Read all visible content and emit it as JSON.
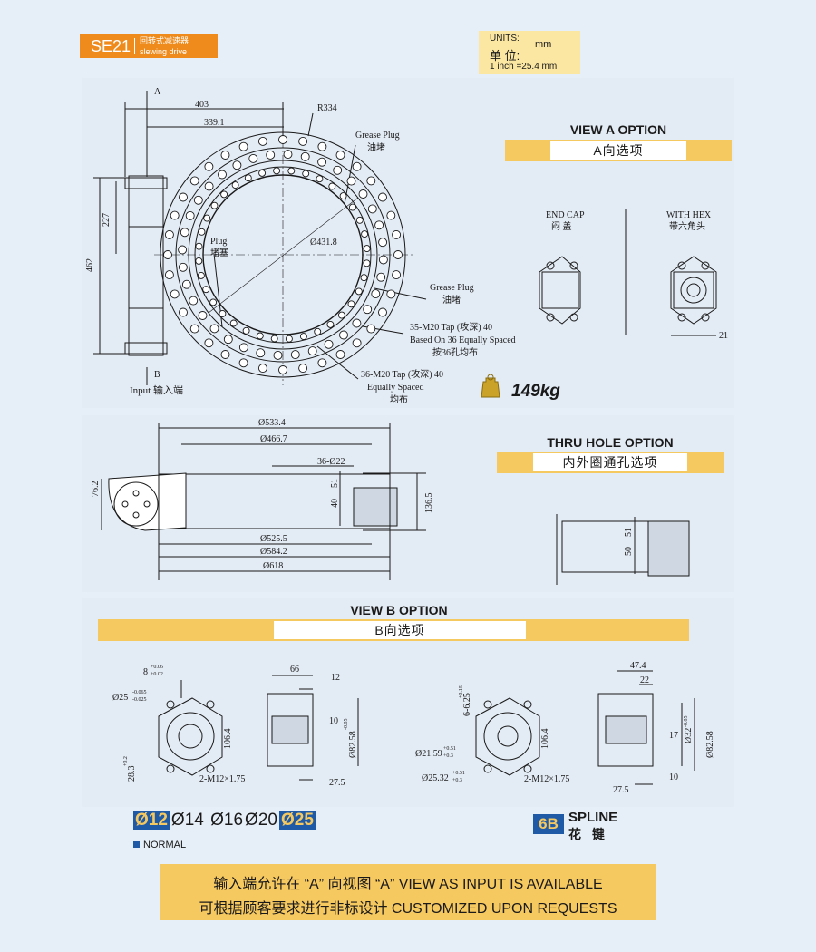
{
  "header": {
    "code": "SE21",
    "title_cn": "回转式减速器",
    "title_en": "slewing drive"
  },
  "units": {
    "line1": "UNITS:",
    "unit": "mm",
    "line2": "单 位:",
    "line3": "1 inch =25.4 mm"
  },
  "top_view": {
    "dim_403": "403",
    "dim_339": "339.1",
    "r334": "R334",
    "grease_plug_1": "Grease Plug",
    "grease_plug_1_cn": "油堵",
    "dim_431": "Ø431.8",
    "plug": "Plug",
    "plug_cn": "堵塞",
    "grease_plug_2": "Grease Plug",
    "grease_plug_2_cn": "油堵",
    "tap35": "35-M20 Tap (攻深) 40",
    "tap35_b": "Based On 36 Equally Spaced",
    "tap35_cn": "按36孔均布",
    "tap36": "36-M20 Tap (攻深) 40",
    "tap36_b": "Equally Spaced",
    "tap36_cn": "均布",
    "dim_227": "227",
    "dim_462": "462",
    "label_a": "A",
    "label_b": "B",
    "input": "Input 输入端"
  },
  "view_a": {
    "title": "VIEW A OPTION",
    "subtitle": "A向选项",
    "end_cap": "END CAP",
    "end_cap_cn": "闷 盖",
    "with_hex": "WITH HEX",
    "with_hex_cn": "带六角头",
    "dim_21": "21"
  },
  "weight": "149kg",
  "side_view": {
    "d533": "Ø533.4",
    "d466": "Ø466.7",
    "holes": "36-Ø22",
    "d525": "Ø525.5",
    "d584": "Ø584.2",
    "d618": "Ø618",
    "h76": "76.2",
    "h51": "51",
    "h40": "40",
    "h136": "136.5"
  },
  "thru_hole": {
    "title": "THRU HOLE OPTION",
    "subtitle": "内外圈通孔选项",
    "h51": "51",
    "h50": "50"
  },
  "view_b": {
    "title": "VIEW B OPTION",
    "subtitle": "B向选项",
    "key8": "8",
    "key8_tol_up": "+0.06",
    "key8_tol_dn": "+0.02",
    "d25": "Ø25",
    "d25_tol_up": "-0.065",
    "d25_tol_dn": "-0.025",
    "h28": "28.3",
    "h28_tol_up": "+0.2",
    "h28_tol_dn": "0",
    "h106_1": "106.4",
    "m12_1": "2-M12×1.75",
    "w66": "66",
    "w12": "12",
    "w10_1": "10",
    "d82_1": "Ø82.58",
    "d82_tol_up": "-0.05",
    "d82_tol_dn": "0",
    "w27_1": "27.5",
    "spline_dim": "6-6.25",
    "spline_tol_up": "+0.15",
    "spline_tol_dn": "+0.08",
    "d21": "Ø21.59",
    "d21_tol_up": "+0.51",
    "d21_tol_dn": "+0.3",
    "d25b": "Ø25.32",
    "d25b_tol_up": "+0.51",
    "d25b_tol_dn": "+0.3",
    "h106_2": "106.4",
    "m12_2": "2-M12×1.75",
    "w47": "47.4",
    "w22": "22",
    "w17": "17",
    "d32": "Ø32",
    "d32_tol": "-0.05",
    "d82_2": "Ø82.58",
    "w27_2": "27.5",
    "w10_2": "10"
  },
  "sizes": {
    "s12": "Ø12",
    "s14": "Ø14",
    "s16": "Ø16",
    "s20": "Ø20",
    "s25": "Ø25",
    "normal": "NORMAL"
  },
  "spline": {
    "badge": "6B",
    "en": "SPLINE",
    "cn": "花  键"
  },
  "footer": {
    "line1": "输入端允许在 “A” 向视图 “A” VIEW AS INPUT IS AVAILABLE",
    "line2": "可根据顾客要求进行非标设计 CUSTOMIZED UPON REQUESTS"
  },
  "colors": {
    "orange": "#ee8b1c",
    "yellow": "#f6c860",
    "blue": "#1e5aa6",
    "background": "#e6eef7"
  }
}
